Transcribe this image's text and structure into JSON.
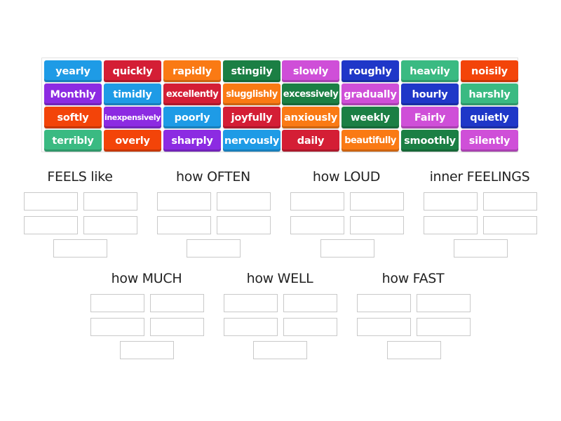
{
  "word_bank": {
    "rows": [
      [
        {
          "word": "yearly",
          "color": "#1e9be6"
        },
        {
          "word": "quickly",
          "color": "#d41e35"
        },
        {
          "word": "rapidly",
          "color": "#fa7a14"
        },
        {
          "word": "stingily",
          "color": "#1b7f44"
        },
        {
          "word": "slowly",
          "color": "#cf4fd8"
        },
        {
          "word": "roughly",
          "color": "#1f37c8"
        },
        {
          "word": "heavily",
          "color": "#3aba82"
        },
        {
          "word": "noisily",
          "color": "#f34409"
        }
      ],
      [
        {
          "word": "Monthly",
          "color": "#8c2be2"
        },
        {
          "word": "timidly",
          "color": "#1e9be6"
        },
        {
          "word": "excellently",
          "color": "#d41e35"
        },
        {
          "word": "slugglishly",
          "color": "#fa7a14"
        },
        {
          "word": "excessively",
          "color": "#1b7f44"
        },
        {
          "word": "gradually",
          "color": "#cf4fd8"
        },
        {
          "word": "hourly",
          "color": "#1f37c8"
        },
        {
          "word": "harshly",
          "color": "#3aba82"
        }
      ],
      [
        {
          "word": "softly",
          "color": "#f34409"
        },
        {
          "word": "inexpensively",
          "color": "#8c2be2"
        },
        {
          "word": "poorly",
          "color": "#1e9be6"
        },
        {
          "word": "joyfully",
          "color": "#d41e35"
        },
        {
          "word": "anxiously",
          "color": "#fa7a14"
        },
        {
          "word": "weekly",
          "color": "#1b7f44"
        },
        {
          "word": "Fairly",
          "color": "#cf4fd8"
        },
        {
          "word": "quietly",
          "color": "#1f37c8"
        }
      ],
      [
        {
          "word": "terribly",
          "color": "#3aba82"
        },
        {
          "word": "overly",
          "color": "#f34409"
        },
        {
          "word": "sharply",
          "color": "#8c2be2"
        },
        {
          "word": "nervously",
          "color": "#1e9be6"
        },
        {
          "word": "daily",
          "color": "#d41e35"
        },
        {
          "word": "beautifully",
          "color": "#fa7a14"
        },
        {
          "word": "smoothly",
          "color": "#1b7f44"
        },
        {
          "word": "silently",
          "color": "#cf4fd8"
        }
      ]
    ]
  },
  "groups": [
    {
      "title": "FEELS like",
      "slots": 5
    },
    {
      "title": "how OFTEN",
      "slots": 5
    },
    {
      "title": "how LOUD",
      "slots": 5
    },
    {
      "title": "inner FEELINGS",
      "slots": 5
    },
    {
      "title": "how MUCH",
      "slots": 5
    },
    {
      "title": "how WELL",
      "slots": 5
    },
    {
      "title": "how FAST",
      "slots": 5
    }
  ]
}
